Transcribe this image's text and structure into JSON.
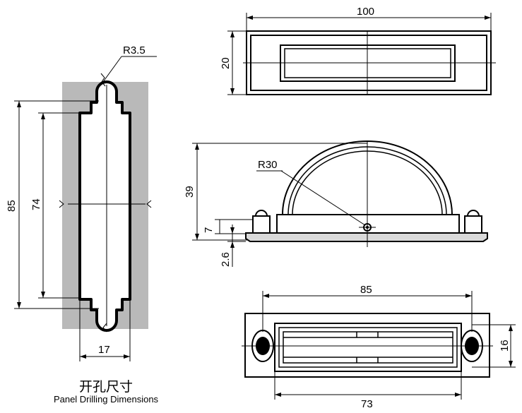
{
  "colors": {
    "panel_fill": "#b9b9b9",
    "line": "#000000",
    "light_fill": "#d9d9d9",
    "background": "#ffffff"
  },
  "panel_drilling": {
    "radius_label": "R3.5",
    "height_label": "85",
    "inner_height_label": "74",
    "width_label": "17",
    "caption_cn": "开孔尺寸",
    "caption_en": "Panel Drilling Dimensions"
  },
  "top_view": {
    "width_label": "100",
    "height_label": "20"
  },
  "side_view": {
    "radius_label": "R30",
    "height_label": "39",
    "base_height_label": "7",
    "plate_thickness_label": "2.6"
  },
  "bottom_view": {
    "hole_spacing_label": "85",
    "inner_length_label": "73",
    "depth_label": "16"
  }
}
